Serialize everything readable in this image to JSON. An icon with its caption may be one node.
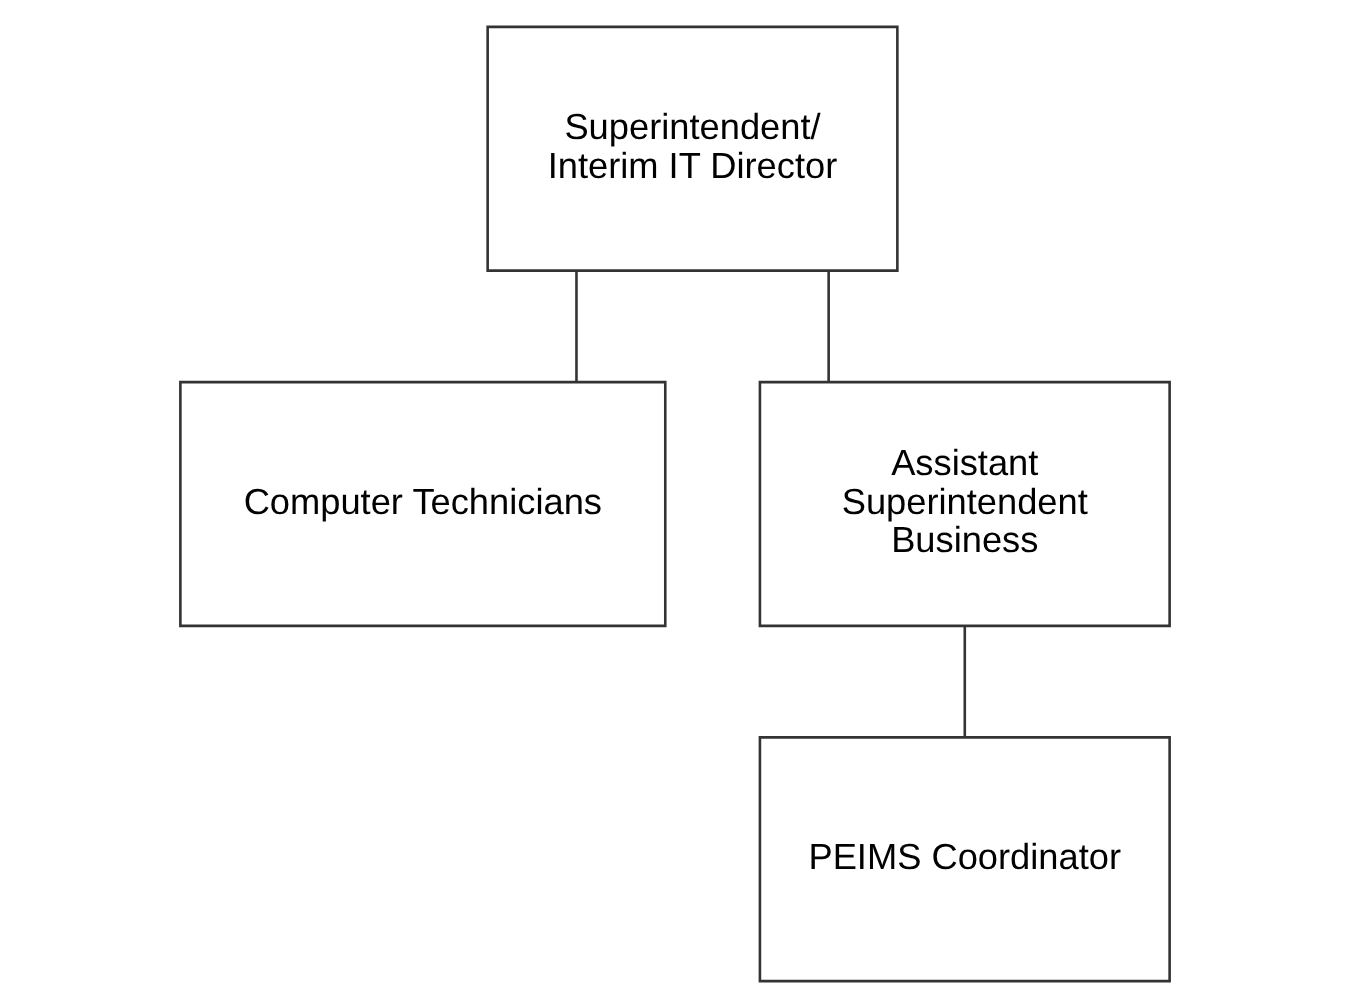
{
  "diagram": {
    "nodes": [
      {
        "text": [
          "Superintendent/ Interim IT Director"
        ]
      },
      {
        "text": [
          "Computer Technicians"
        ]
      },
      {
        "text": [
          "Assistant Superintendent Business"
        ]
      },
      {
        "text": [
          "PEIMS Coordinator"
        ]
      }
    ],
    "edges": [
      {
        "from": 0,
        "to": 1,
        "arrow": "none"
      },
      {
        "from": 0,
        "to": 2,
        "arrow": "none"
      },
      {
        "from": 2,
        "to": 3,
        "arrow": "none"
      }
    ]
  }
}
